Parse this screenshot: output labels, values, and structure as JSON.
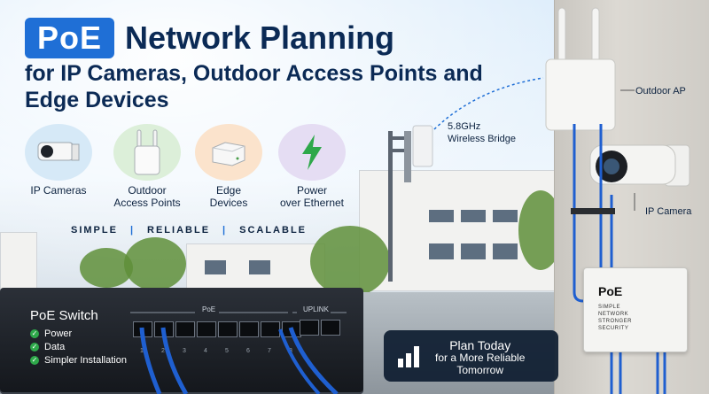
{
  "title": {
    "badge": "PoE",
    "main": "Network Planning"
  },
  "subtitle": "for IP Cameras, Outdoor Access Points and Edge Devices",
  "features": [
    {
      "label": "IP Cameras",
      "icon": "camera-icon",
      "bg": "#d6e9f7"
    },
    {
      "label": "Outdoor\nAccess Points",
      "icon": "access-point-icon",
      "bg": "#dcefd9"
    },
    {
      "label": "Edge\nDevices",
      "icon": "edge-device-icon",
      "bg": "#fbe3cc"
    },
    {
      "label": "Power\nover Ethernet",
      "icon": "lightning-icon",
      "bg": "#e5ddf3"
    }
  ],
  "tagline": [
    "SIMPLE",
    "RELIABLE",
    "SCALABLE"
  ],
  "callouts": {
    "bridge": "5.8GHz\nWireless Bridge",
    "outdoor_ap": "Outdoor AP",
    "ip_camera": "IP Camera"
  },
  "switch": {
    "title": "PoE Switch",
    "features": [
      "Power",
      "Data",
      "Simpler Installation"
    ],
    "poe_label": "PoE",
    "uplink_label": "UPLINK",
    "port_numbers": [
      "1",
      "2",
      "3",
      "4",
      "5",
      "6",
      "7",
      "8"
    ]
  },
  "plan": {
    "line1": "Plan Today",
    "line2": "for a More Reliable",
    "line3": "Tomorrow"
  },
  "poe_box": {
    "title": "PoE",
    "lines": [
      "SIMPLE",
      "NETWORK",
      "STRONGER",
      "SECURITY"
    ]
  },
  "colors": {
    "accent": "#1f6fd6",
    "navy": "#0b2a55",
    "check": "#2ea84a",
    "cable": "#1f5fd0"
  }
}
